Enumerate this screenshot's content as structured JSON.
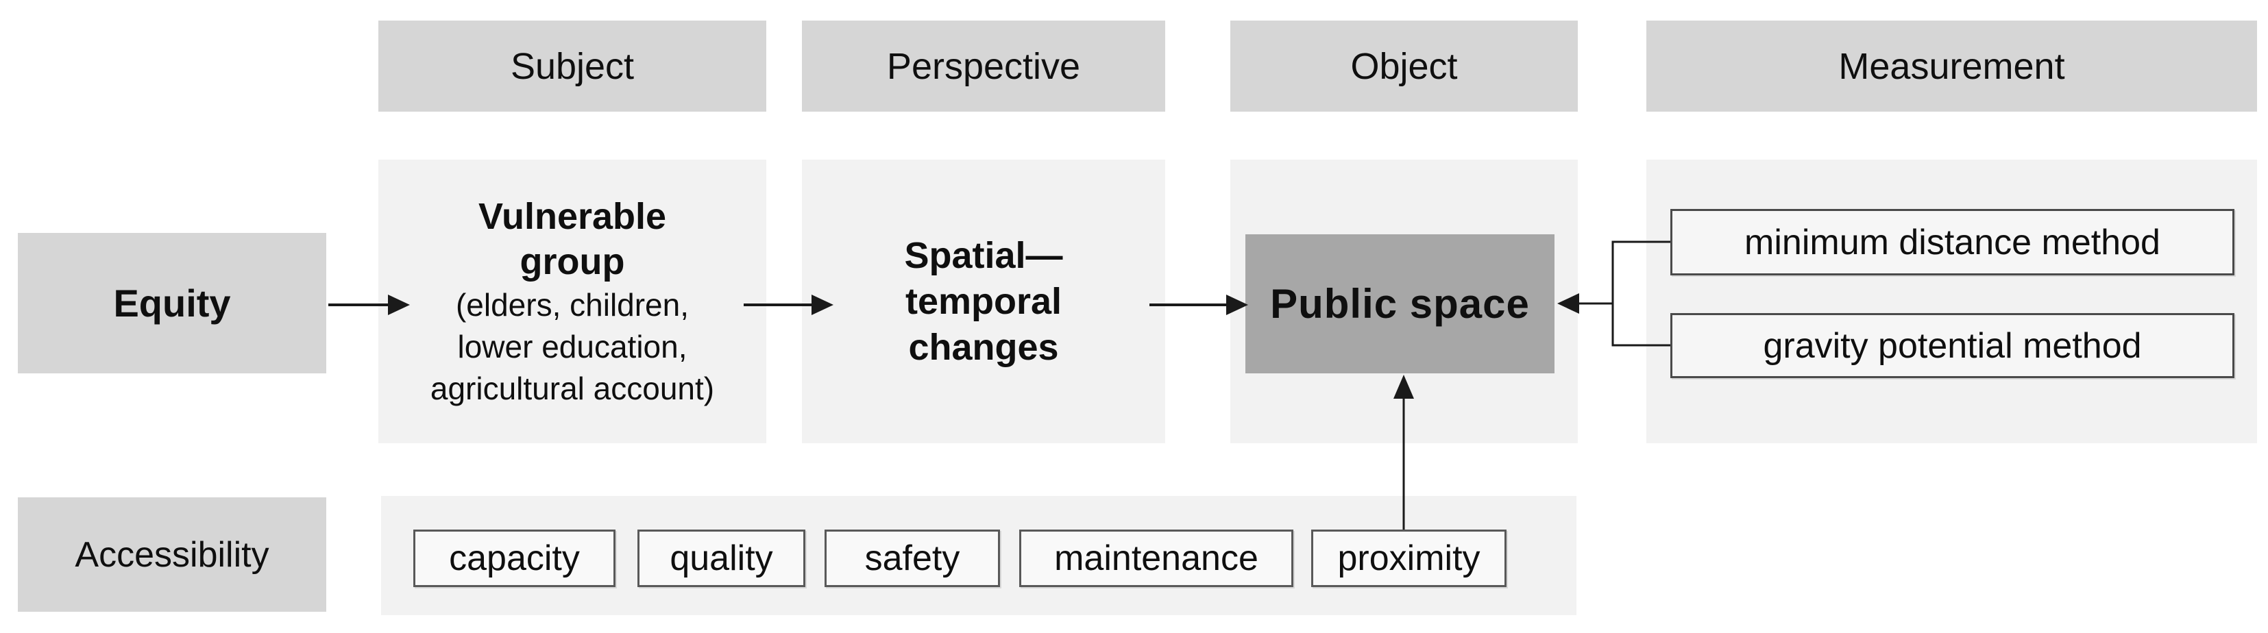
{
  "diagram": {
    "column_headers": [
      {
        "label": "Subject"
      },
      {
        "label": "Perspective"
      },
      {
        "label": "Object"
      },
      {
        "label": "Measurement"
      }
    ],
    "row_labels": {
      "equity": "Equity",
      "accessibility": "Accessibility"
    },
    "subject": {
      "title_line1": "Vulnerable",
      "title_line2": "group",
      "detail_line1": "(elders, children,",
      "detail_line2": "lower education,",
      "detail_line3": "agricultural account)"
    },
    "perspective": {
      "line1": "Spatial—",
      "line2": "temporal",
      "line3": "changes"
    },
    "object": {
      "label": "Public space"
    },
    "measurement": {
      "methods": [
        {
          "label": "minimum distance method"
        },
        {
          "label": "gravity potential method"
        }
      ]
    },
    "accessibility_dimensions": [
      {
        "label": "capacity"
      },
      {
        "label": "quality"
      },
      {
        "label": "safety"
      },
      {
        "label": "maintenance"
      },
      {
        "label": "proximity"
      }
    ],
    "connections": [
      "Equity → Vulnerable group",
      "Vulnerable group → Spatial—temporal changes",
      "Spatial—temporal changes → Public space",
      "measurement methods → Public space",
      "proximity → Public space"
    ],
    "colors": {
      "background": "#ffffff",
      "header_fill": "#d6d6d6",
      "panel_fill": "#f2f2f2",
      "object_fill": "#a7a7a7",
      "method_fill": "#f6f6f6",
      "method_border": "#4a4a4a",
      "chip_fill": "#f9f9f9",
      "chip_border": "#595959",
      "arrow": "#1a1a1a",
      "text": "#0f0f0f"
    }
  }
}
